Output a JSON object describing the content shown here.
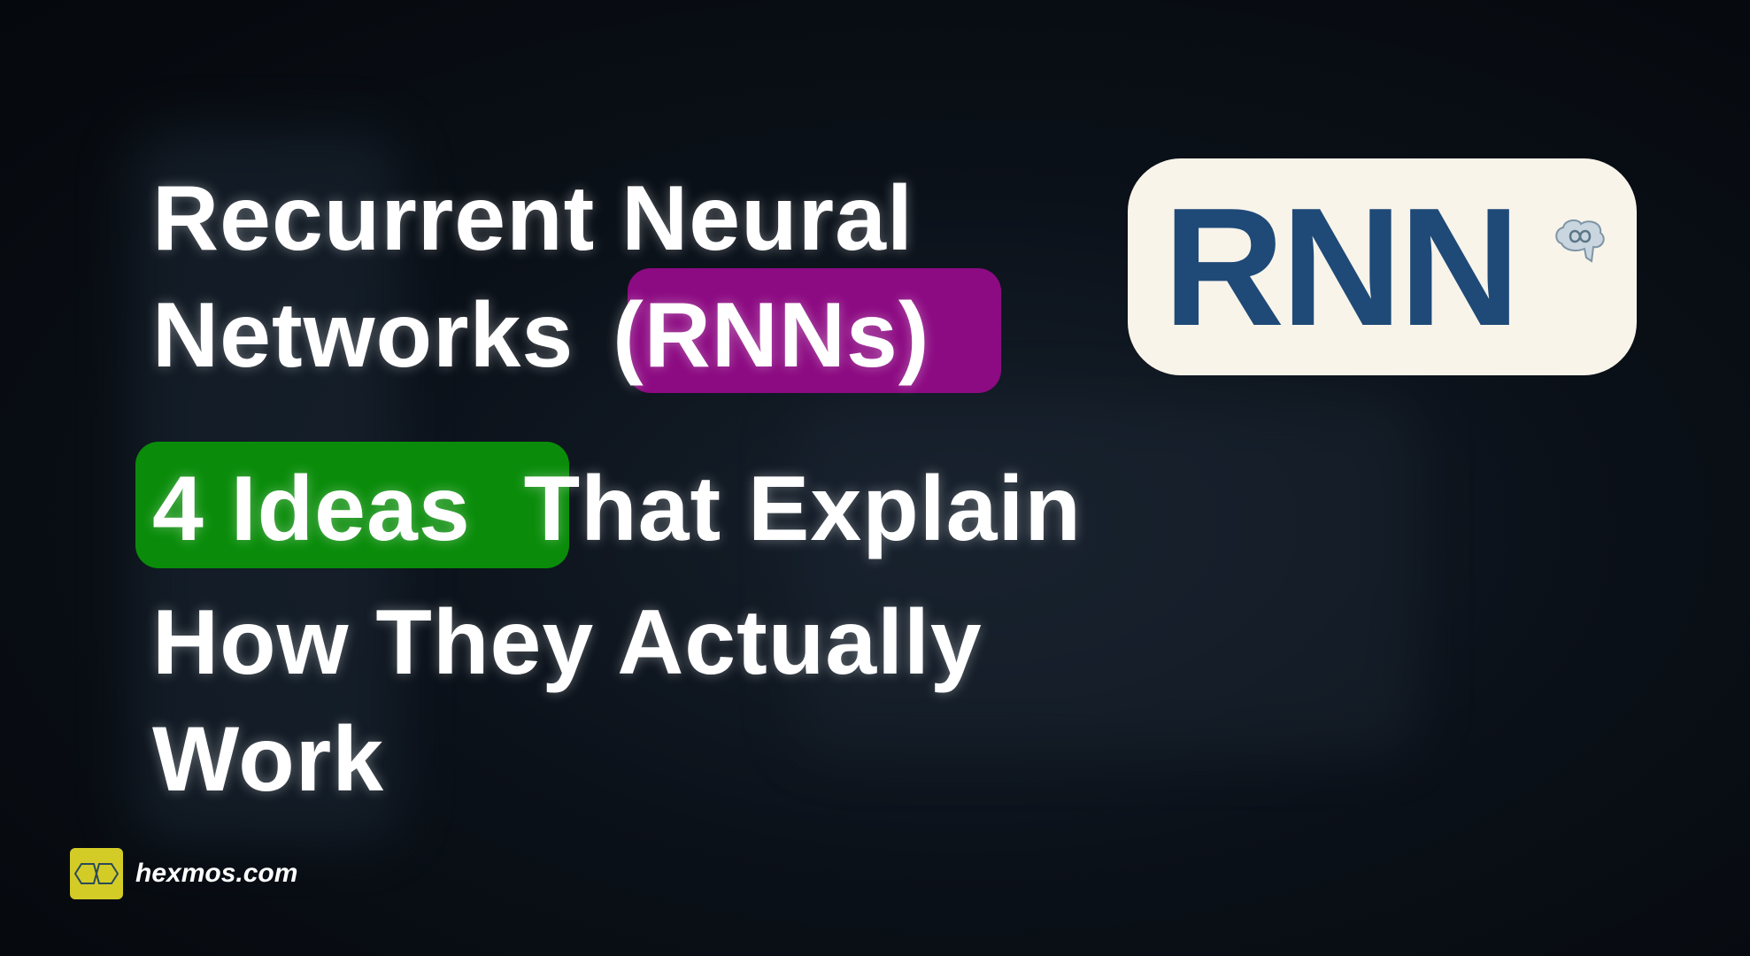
{
  "title": {
    "line1": "Recurrent Neural",
    "line2_prefix": "Networks",
    "line2_highlight": "(RNNs)",
    "line3_highlight": "4 Ideas",
    "line3_rest": "That Explain",
    "line4": "How They Actually",
    "line5": "Work"
  },
  "logo_card": {
    "text": "RNN",
    "icon": "brain-infinity-icon"
  },
  "brand": {
    "site": "hexmos.com",
    "icon": "hexmos-logo-icon"
  },
  "colors": {
    "purple_highlight": "#8c0a82",
    "green_highlight": "#0a8c0a",
    "rnn_text": "#1f4a78",
    "card_bg": "#f8f4ea",
    "logo_bg": "#d4cc26"
  }
}
